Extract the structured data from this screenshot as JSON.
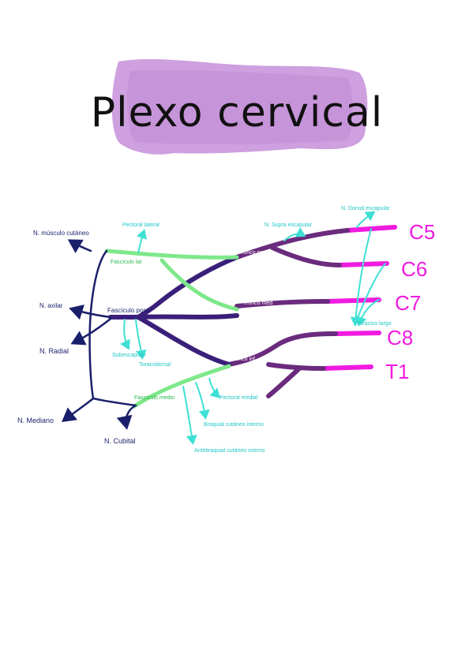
{
  "title": "Plexo cervical",
  "colors": {
    "title_bg": "#c58fd9",
    "root": "#f01ae0",
    "trunk": "#6a2b7d",
    "posterior": "#3a1f7a",
    "cord_green": "#7ee88a",
    "navy": "#1a1f6b",
    "cyan": "#3fe0d4"
  },
  "roots": [
    "C5",
    "C6",
    "C7",
    "C8",
    "T1"
  ],
  "trunks": {
    "superior": "Tronco sup",
    "middle": "Tronco med",
    "inferior": "Tronco inf"
  },
  "cords": {
    "lateral": "Fascículo lat",
    "posterior": "Fascículo post",
    "medial": "Fascículo medio"
  },
  "nerves": {
    "musculocutaneous": "N. músculo cutáneo",
    "axillary": "N. axilar",
    "radial": "N. Radial",
    "median": "N. Mediano",
    "ulnar": "N. Cubital"
  },
  "branches": {
    "suprascapular": "N. Supra escapular",
    "dorsal_scapular": "N. Dorsal escapular",
    "long_thoracic": "Torácico largo",
    "lateral_pectoral": "Pectoral lateral",
    "subscapular": "Subescapular",
    "thoracodorsal": "Toracodorsal",
    "medial_pectoral": "Pectoral medial",
    "medial_brachial_cutaneous": "Braquial cutáneo interno",
    "medial_antebrachial_cutaneous": "Antebraquial cutáneo interno"
  }
}
